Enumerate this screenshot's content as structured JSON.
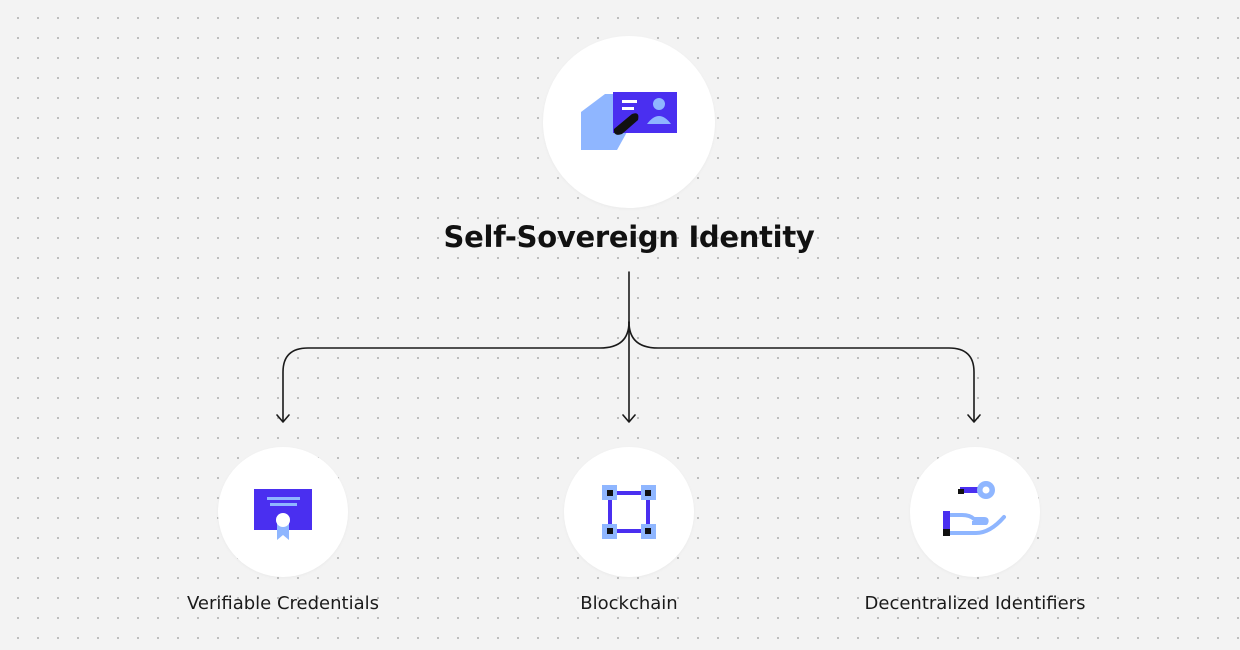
{
  "diagram": {
    "root": {
      "title": "Self-Sovereign Identity",
      "icon": "identity-card-icon"
    },
    "children": [
      {
        "label": "Verifiable Credentials",
        "icon": "certificate-icon"
      },
      {
        "label": "Blockchain",
        "icon": "blockchain-icon"
      },
      {
        "label": "Decentralized Identifiers",
        "icon": "key-hand-icon"
      }
    ]
  },
  "colors": {
    "accent": "#4a2ff0",
    "light_accent": "#8fb6ff",
    "dark": "#111111",
    "background": "#f3f3f3"
  }
}
